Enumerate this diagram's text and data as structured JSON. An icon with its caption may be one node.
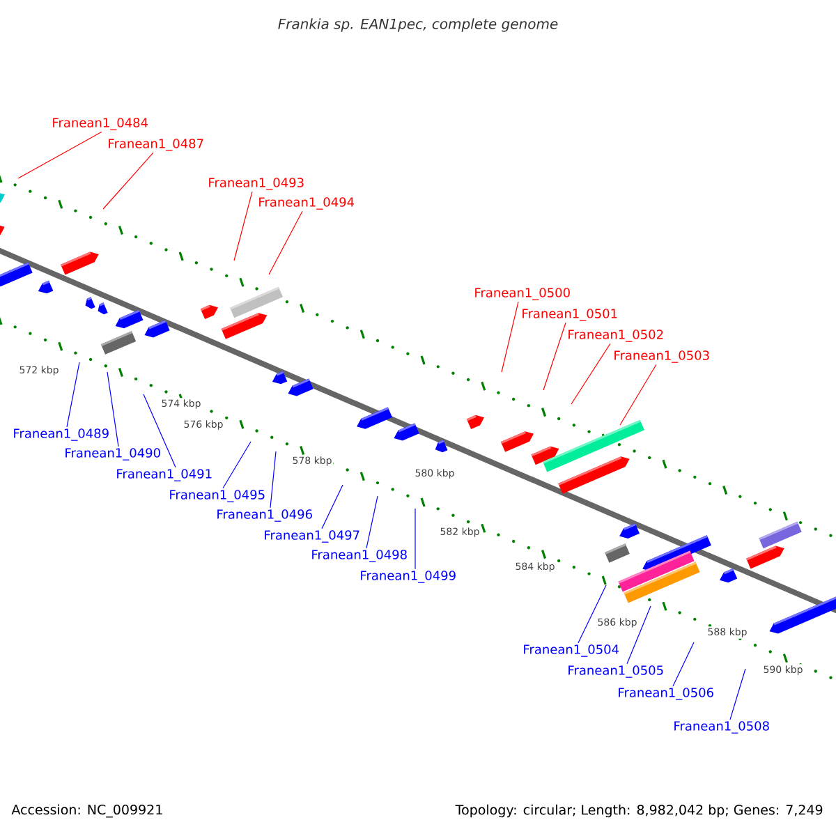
{
  "diagram": {
    "title": "Frankia sp. EAN1pec, complete genome",
    "nodes": [
      {
        "text": [
          "Franean1_0484"
        ]
      },
      {
        "text": [
          "Franean1_0487"
        ]
      },
      {
        "text": [
          "Franean1_0493"
        ]
      },
      {
        "text": [
          "Franean1_0494"
        ]
      },
      {
        "text": [
          "Franean1_0500"
        ]
      },
      {
        "text": [
          "Franean1_0501"
        ]
      },
      {
        "text": [
          "Franean1_0502"
        ]
      },
      {
        "text": [
          "Franean1_0503"
        ]
      },
      {
        "text": [
          "Franean1_0489"
        ]
      },
      {
        "text": [
          "Franean1_0490"
        ]
      },
      {
        "text": [
          "Franean1_0491"
        ]
      },
      {
        "text": [
          "Franean1_0495"
        ]
      },
      {
        "text": [
          "Franean1_0496"
        ]
      },
      {
        "text": [
          "Franean1_0497"
        ]
      },
      {
        "text": [
          "Franean1_0498"
        ]
      },
      {
        "text": [
          "Franean1_0499"
        ]
      },
      {
        "text": [
          "Franean1_0504"
        ]
      },
      {
        "text": [
          "Franean1_0505"
        ]
      },
      {
        "text": [
          "Franean1_0506"
        ]
      },
      {
        "text": [
          "Franean1_0508"
        ]
      }
    ],
    "edges": [
      {
        "from": 0,
        "to": null,
        "arrow": "none",
        "color": "#ff0000"
      },
      {
        "from": 1,
        "to": null,
        "arrow": "none",
        "color": "#ff0000"
      },
      {
        "from": 2,
        "to": null,
        "arrow": "none",
        "color": "#ff0000"
      },
      {
        "from": 3,
        "to": null,
        "arrow": "none",
        "color": "#ff0000"
      },
      {
        "from": 4,
        "to": null,
        "arrow": "none",
        "color": "#ff0000"
      },
      {
        "from": 5,
        "to": null,
        "arrow": "none",
        "color": "#ff0000"
      },
      {
        "from": 6,
        "to": null,
        "arrow": "none",
        "color": "#ff0000"
      },
      {
        "from": 7,
        "to": null,
        "arrow": "none",
        "color": "#ff0000"
      },
      {
        "from": 8,
        "to": null,
        "arrow": "none"
      },
      {
        "from": 9,
        "to": null,
        "arrow": "none"
      },
      {
        "from": 10,
        "to": null,
        "arrow": "none"
      },
      {
        "from": 11,
        "to": null,
        "arrow": "none"
      },
      {
        "from": 12,
        "to": null,
        "arrow": "none"
      },
      {
        "from": 13,
        "to": null,
        "arrow": "none"
      },
      {
        "from": 14,
        "to": null,
        "arrow": "none"
      },
      {
        "from": 15,
        "to": null,
        "arrow": "none"
      },
      {
        "from": 16,
        "to": null,
        "arrow": "none"
      },
      {
        "from": 17,
        "to": null,
        "arrow": "none"
      },
      {
        "from": 18,
        "to": null,
        "arrow": "none"
      },
      {
        "from": 19,
        "to": null,
        "arrow": "none"
      }
    ],
    "labels": [
      "572 kbp",
      "574 kbp",
      "576 kbp",
      "578 kbp",
      "580 kbp",
      "582 kbp",
      "584 kbp",
      "586 kbp",
      "588 kbp",
      "590 kbp",
      "Accession: NC_009921",
      "Topology: circular; Length: 8,982,042 bp; Genes: 7,249"
    ]
  }
}
